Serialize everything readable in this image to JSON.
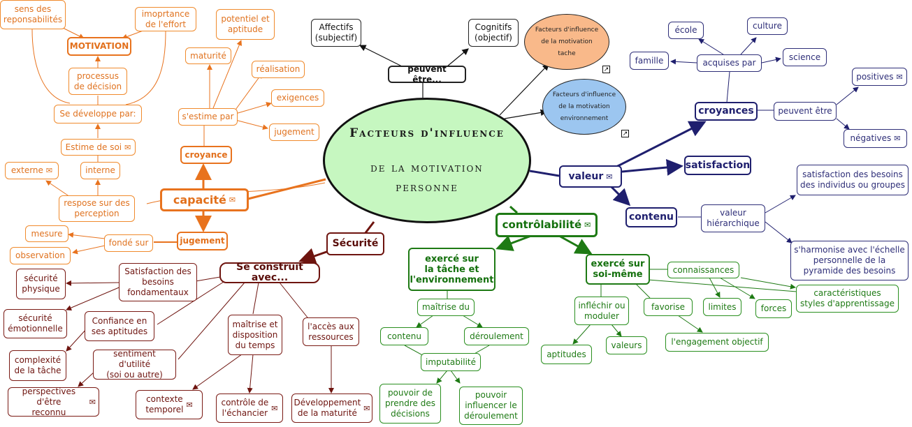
{
  "central": {
    "line1": "Facteurs d'influence",
    "line2": "de la motivation",
    "line3": "personne"
  },
  "ovals": {
    "tache": "Facteurs d'influence\nde la motivation\ntache",
    "env": "Facteurs d'influence\nde la motivation\nenvironnement"
  },
  "top": {
    "peuvent": "peuvent être...",
    "affectifs": "Affectifs\n(subjectif)",
    "cognitifs": "Cognitifs\n(objectif)"
  },
  "capacite": {
    "title": "capacité",
    "croyance": "croyance",
    "sestime": "s'estime par",
    "maturite": "maturité",
    "potentiel": "potentiel et\naptitude",
    "realisation": "réalisation",
    "exigences": "exigences",
    "jugement_leaf": "jugement",
    "jugement": "jugement",
    "fonde": "fondé sur",
    "mesure": "mesure",
    "observation": "observation",
    "respose": "respose sur des\nperception",
    "externe": "externe",
    "interne": "interne",
    "estime": "Estime de soi",
    "developpe": "Se développe par:",
    "processus": "processus\nde décision",
    "motivation": "MOTIVATION",
    "sens": "sens des\nreponsabilités",
    "imoprtance": "imoprtance\nde l'effort"
  },
  "securite": {
    "title": "Sécurité",
    "construit": "Se construit avec...",
    "satisfaction": "Satisfaction des\nbesoins\nfondamentaux",
    "physique": "sécurité\nphysique",
    "emotionnelle": "sécurité\némotionnelle",
    "confiance": "Confiance en\nses aptitudes",
    "complexite": "complexité\nde la tâche",
    "sentiment": "sentiment d'utilité\n(soi ou autre)",
    "perspectives": "perspectives d'être\nreconnu",
    "maitrise": "maîtrise et\ndisposition\ndu temps",
    "contexte": "contexte\ntemporel",
    "controle": "contrôle de\nl'échancier",
    "acces": "l'accès aux\nressources",
    "developpement": "Développement\nde la maturité"
  },
  "controlabilite": {
    "title": "contrôlabilité",
    "exerce_tache": "exercé sur\nla tâche et\nl'environnement",
    "maitrise_du": "maîtrise du",
    "contenu": "contenu",
    "deroulement": "déroulement",
    "imputabilite": "imputabilité",
    "pouvoir_decisions": "pouvoir de\nprendre des\ndécisions",
    "pouvoir_influencer": "pouvoir\ninfluencer le\ndéroulement",
    "exerce_soi": "exercé sur\nsoi-même",
    "infléchir": "infléchir ou\nmoduler",
    "aptitudes": "aptitudes",
    "valeurs": "valeurs",
    "favorise": "favorise",
    "engagement": "l'engagement objectif",
    "connaissances": "connaissances",
    "limites": "limites",
    "forces": "forces",
    "caracteristiques": "caractéristiques\nstyles d'apprentissage"
  },
  "valeur": {
    "title": "valeur",
    "croyances": "croyances",
    "acquises": "acquises par",
    "ecole": "école",
    "culture": "culture",
    "famille": "famille",
    "science": "science",
    "peuvent_etre": "peuvent être",
    "positives": "positives",
    "negatives": "négatives",
    "satisfaction": "satisfaction",
    "contenu": "contenu",
    "hierarchique": "valeur\nhiérarchique",
    "besoins": "satisfaction des besoins\ndes individus ou groupes",
    "harmonise": "s'harmonise avec l'échelle\npersonnelle de la\npyramide des besoins"
  },
  "icons": {
    "attachment": "envelope-icon",
    "link": "arrow-link-icon"
  },
  "colors": {
    "orange": "#e8731e",
    "dark_red": "#6e140f",
    "green": "#1e7a14",
    "navy": "#1f1f6e",
    "central_fill": "#c6f7c0"
  }
}
